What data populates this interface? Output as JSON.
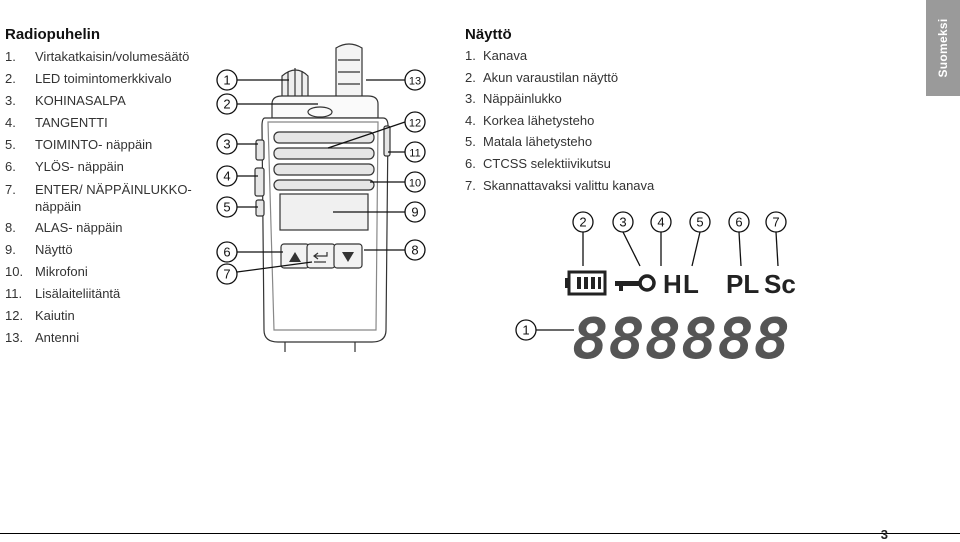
{
  "left": {
    "title": "Radiopuhelin",
    "items": [
      {
        "num": "1.",
        "label": "Virtakatkaisin/volumesäätö"
      },
      {
        "num": "2.",
        "label": "LED toimintomerkkivalo"
      },
      {
        "num": "3.",
        "label": "KOHINASALPA"
      },
      {
        "num": "4.",
        "label": "TANGENTTI"
      },
      {
        "num": "5.",
        "label": "TOIMINTO- näppäin"
      },
      {
        "num": "6.",
        "label": "YLÖS- näppäin"
      },
      {
        "num": "7.",
        "label": "ENTER/ NÄPPÄINLUKKO- näppäin"
      },
      {
        "num": "8.",
        "label": "ALAS- näppäin"
      },
      {
        "num": "9.",
        "label": "Näyttö"
      },
      {
        "num": "10.",
        "label": "Mikrofoni"
      },
      {
        "num": "11.",
        "label": "Lisälaiteliitäntä"
      },
      {
        "num": "12.",
        "label": "Kaiutin"
      },
      {
        "num": "13.",
        "label": "Antenni"
      }
    ]
  },
  "right": {
    "title": "Näyttö",
    "items": [
      {
        "num": "1.",
        "label": "Kanava"
      },
      {
        "num": "2.",
        "label": "Akun varaustilan näyttö"
      },
      {
        "num": "3.",
        "label": "Näppäinlukko"
      },
      {
        "num": "4.",
        "label": "Korkea lähetysteho"
      },
      {
        "num": "5.",
        "label": "Matala lähetysteho"
      },
      {
        "num": "6.",
        "label": "CTCSS selektiivikutsu"
      },
      {
        "num": "7.",
        "label": "Skannattavaksi valittu kanava"
      }
    ]
  },
  "radio_callouts": [
    "1",
    "2",
    "3",
    "4",
    "5",
    "6",
    "7",
    "8",
    "9",
    "10",
    "11",
    "12",
    "13"
  ],
  "display_callouts": [
    "1",
    "2",
    "3",
    "4",
    "5",
    "6",
    "7"
  ],
  "lcd": {
    "h": "H",
    "l": "L",
    "pl": "PL",
    "sc": "Sc",
    "digits": "888888"
  },
  "side_tab": "Suomeksi",
  "page_number": "3"
}
